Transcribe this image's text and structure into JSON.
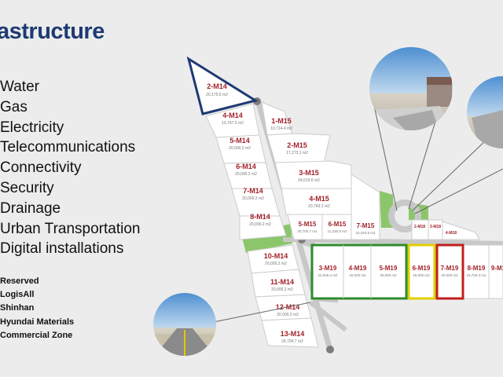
{
  "title": "astructure",
  "services": [
    "Water",
    "Gas",
    "Electricity",
    "Telecommunications",
    "Connectivity",
    "Security",
    "Drainage",
    "Urban Transportation",
    "Digital installations"
  ],
  "legend": [
    "Reserved",
    "LogisAll",
    "Shinhan",
    "Hyundai Materials",
    "Commercial Zone"
  ],
  "colors": {
    "title": "#1f3a73",
    "lot_label": "#a3222a",
    "green_space": "#8cc66b",
    "road": "#c8c8c8",
    "reserved": "#1f3a73",
    "logisall": "#2e8b2e",
    "shinhan": "#e0d000",
    "hyundai": "#c0201c"
  },
  "lots": [
    {
      "label": "2-M14",
      "area": "20,175.5 m2"
    },
    {
      "label": "4-M14",
      "area": "19,747.3 m2"
    },
    {
      "label": "5-M14",
      "area": "20,000.2 m2"
    },
    {
      "label": "6-M14",
      "area": "20,000.2 m2"
    },
    {
      "label": "7-M14",
      "area": "20,000.2 m2"
    },
    {
      "label": "8-M14",
      "area": "20,000.2 m2"
    },
    {
      "label": "10-M14",
      "area": "20,000.2 m2"
    },
    {
      "label": "11-M14",
      "area": "20,000.2 m2"
    },
    {
      "label": "12-M14",
      "area": "20,000.2 m2"
    },
    {
      "label": "13-M14",
      "area": "24,794.7 m2"
    },
    {
      "label": "1-M15",
      "area": "10,714.4 m2"
    },
    {
      "label": "2-M15",
      "area": "17,273.1 m2"
    },
    {
      "label": "3-M15",
      "area": "24,619.6 m2"
    },
    {
      "label": "4-M15",
      "area": "20,769.2 m2"
    },
    {
      "label": "5-M15",
      "area": "20,700.7 m2"
    },
    {
      "label": "6-M15",
      "area": "11,230.9 m2"
    },
    {
      "label": "7-M15",
      "area": "22,433.9 m2"
    },
    {
      "label": "2-M18",
      "area": ""
    },
    {
      "label": "3-M18",
      "area": ""
    },
    {
      "label": "4-M18",
      "area": ""
    },
    {
      "label": "3-M19",
      "area": "22,936.4 m2"
    },
    {
      "label": "4-M19",
      "area": "20,000 m2"
    },
    {
      "label": "5-M19",
      "area": "30,000 m2"
    },
    {
      "label": "6-M19",
      "area": "20,000 m2"
    },
    {
      "label": "7-M19",
      "area": "20,000 m2"
    },
    {
      "label": "8-M19",
      "area": "19,750.3 m2"
    },
    {
      "label": "9-M1",
      "area": ""
    }
  ]
}
